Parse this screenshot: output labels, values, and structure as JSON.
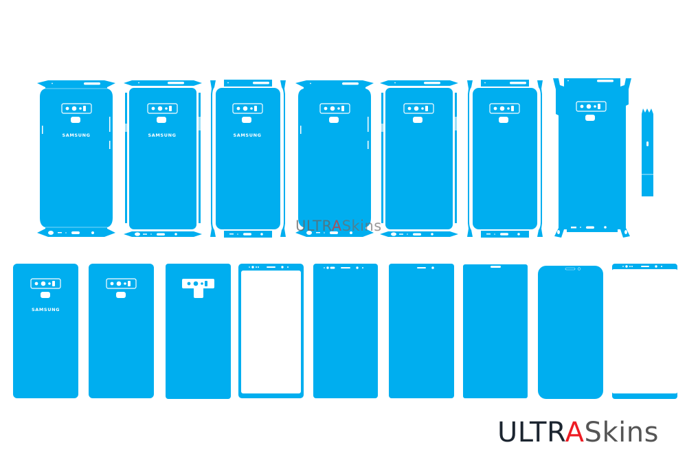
{
  "colors": {
    "skin_blue": "#00aeef",
    "cut_line": "#ffffff",
    "logo_dark": "#1c2530",
    "logo_accent": "#ee1c24",
    "logo_tail": "#555555",
    "background": "#ffffff"
  },
  "watermark": {
    "prefix": "ULTR",
    "accent": "A",
    "suffix": "Skins"
  },
  "logo": {
    "prefix": "ULTR",
    "accent": "A",
    "suffix": "Skins"
  },
  "templates": {
    "top_row": [
      {
        "id": "full-wrap-1",
        "type": "full-body wrap with flared top/bottom strips",
        "brand": "SAMSUNG"
      },
      {
        "id": "full-wrap-2",
        "type": "back + separate side strips + tapered top/bottom",
        "brand": "SAMSUNG"
      },
      {
        "id": "full-wrap-3",
        "type": "back + forked side strips + rectangular top/bottom",
        "brand": "SAMSUNG"
      },
      {
        "id": "full-wrap-4",
        "type": "full-body wrap with flared top/bottom strips",
        "brand": ""
      },
      {
        "id": "full-wrap-5",
        "type": "back + separate side strips + tapered top/bottom",
        "brand": ""
      },
      {
        "id": "full-wrap-6",
        "type": "back + forked side strips + rectangular top/bottom",
        "brand": ""
      },
      {
        "id": "full-wrap-7",
        "type": "edge-to-edge back with notched corners",
        "brand": ""
      },
      {
        "id": "side-strip",
        "type": "S-Pen / side strip",
        "brand": ""
      }
    ],
    "bottom_row": [
      {
        "id": "back-1",
        "type": "back panel with camera + sensor cutouts",
        "brand": "SAMSUNG"
      },
      {
        "id": "back-2",
        "type": "back panel with camera + sensor cutouts",
        "brand": ""
      },
      {
        "id": "back-3",
        "type": "back panel with joined camera/sensor cutout",
        "brand": ""
      },
      {
        "id": "front-frame",
        "type": "front bezel frame",
        "brand": ""
      },
      {
        "id": "front-full-1",
        "type": "front full cover with sensor holes",
        "brand": ""
      },
      {
        "id": "front-full-2",
        "type": "front full cover with speaker + camera",
        "brand": ""
      },
      {
        "id": "front-full-3",
        "type": "front full cover with speaker notch",
        "brand": ""
      },
      {
        "id": "front-rounded",
        "type": "front cover with rounded corners",
        "brand": ""
      },
      {
        "id": "front-edges",
        "type": "top and bottom bezel strips",
        "brand": ""
      }
    ]
  }
}
